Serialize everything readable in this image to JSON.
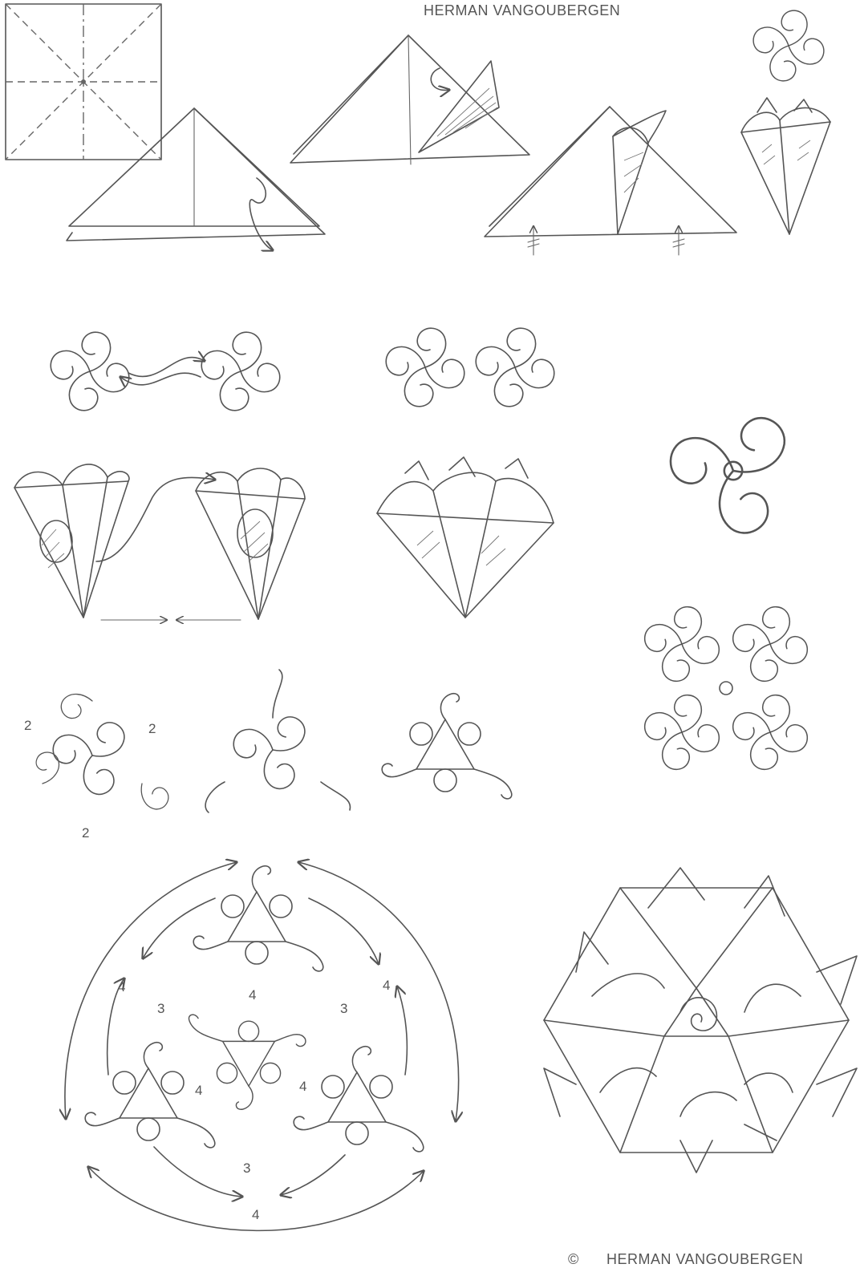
{
  "header": {
    "author": "HERMAN VANGOUBERGEN"
  },
  "footer": {
    "copyright_symbol": "©",
    "author": "HERMAN VANGOUBERGEN"
  },
  "step_labels": {
    "s2_a": "2",
    "s2_b": "2",
    "s2_c": "2",
    "c4_left": "4",
    "c4_right": "4",
    "c3_left": "3",
    "c4_center": "4",
    "c3_right": "3",
    "c4_lt": "4",
    "c4_ct": "4",
    "c3_bottom": "3",
    "c4_bottom": "4"
  },
  "colors": {
    "line": "#555555",
    "paper": "#ffffff"
  }
}
